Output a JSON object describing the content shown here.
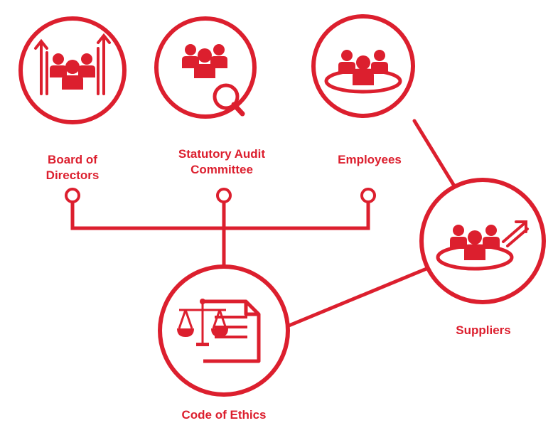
{
  "colors": {
    "accent": "#dc1f2e",
    "background": "#ffffff"
  },
  "nodes": {
    "board": {
      "lines": [
        "Board of",
        "Directors"
      ],
      "icon": "board-growth-icon"
    },
    "audit": {
      "lines": [
        "Statutory Audit",
        "Committee"
      ],
      "icon": "audit-search-icon"
    },
    "employees": {
      "lines": [
        "Employees"
      ],
      "icon": "employees-group-icon"
    },
    "suppliers": {
      "lines": [
        "Suppliers"
      ],
      "icon": "suppliers-growth-icon"
    },
    "ethics": {
      "lines": [
        "Code of Ethics"
      ],
      "icon": "ethics-scales-document-icon"
    }
  }
}
